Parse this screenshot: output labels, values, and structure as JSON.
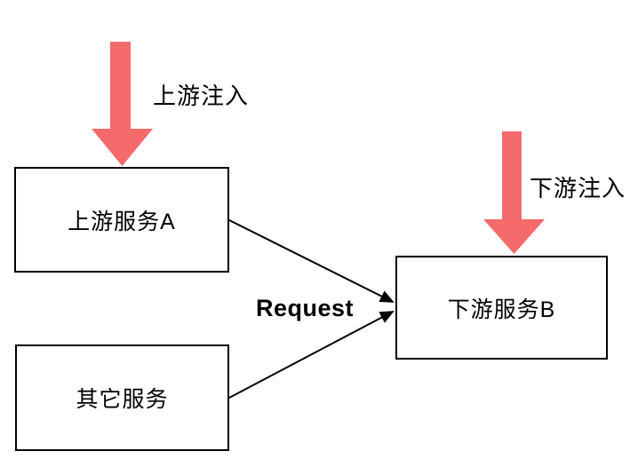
{
  "diagram": {
    "background": "#ffffff",
    "colors": {
      "inject_arrow": "#f56a6a",
      "connector": "#000000",
      "box_border": "#000000",
      "text": "#000000"
    },
    "nodes": [
      {
        "id": "upstream-service-a",
        "label": "上游服务A"
      },
      {
        "id": "other-service",
        "label": "其它服务"
      },
      {
        "id": "downstream-service-b",
        "label": "下游服务B"
      }
    ],
    "annotations": {
      "upstream_inject": "上游注入",
      "downstream_inject": "下游注入",
      "request_label": "Request"
    },
    "connectors": [
      {
        "from": "upstream-service-a",
        "to": "downstream-service-b"
      },
      {
        "from": "other-service",
        "to": "downstream-service-b"
      }
    ]
  }
}
